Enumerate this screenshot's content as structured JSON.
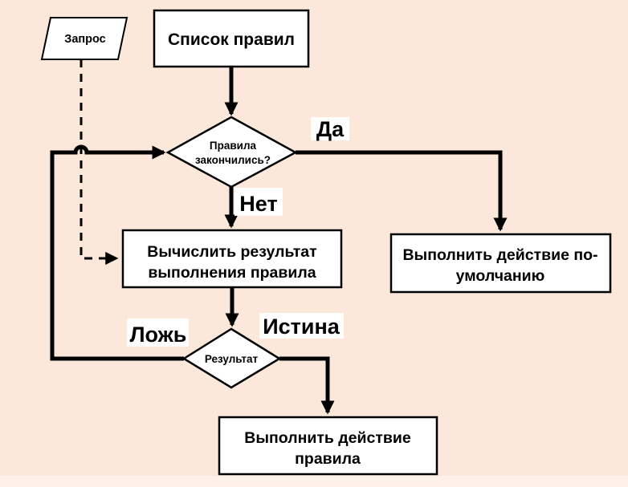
{
  "colors": {
    "bg": "#fbe8da",
    "bg_bottom": "#fdf1e9",
    "shape_fill": "#ffffff",
    "label_bg": "#ffffff",
    "line": "#000000",
    "text": "#000000"
  },
  "nodes": {
    "request": {
      "shape": "parallelogram",
      "label": "Запрос"
    },
    "rule_list": {
      "shape": "rectangle",
      "label": "Список правил"
    },
    "rules_finished": {
      "shape": "diamond",
      "lines": [
        "Правила",
        "закончились?"
      ]
    },
    "compute_result": {
      "shape": "rectangle",
      "lines": [
        "Вычислить результат",
        "выполнения правила"
      ]
    },
    "default_action": {
      "shape": "rectangle",
      "lines": [
        "Выполнить действие по-",
        "умолчанию"
      ]
    },
    "result": {
      "shape": "diamond",
      "label": "Результат"
    },
    "rule_action": {
      "shape": "rectangle",
      "lines": [
        "Выполнить действие",
        "правила"
      ]
    }
  },
  "edge_labels": {
    "yes": "Да",
    "no": "Нет",
    "false_branch": "Ложь",
    "true_branch": "Истина"
  },
  "edges": [
    {
      "from": "rule_list",
      "to": "rules_finished",
      "style": "solid"
    },
    {
      "from": "rules_finished",
      "to": "default_action",
      "label": "Да",
      "style": "solid"
    },
    {
      "from": "rules_finished",
      "to": "compute_result",
      "label": "Нет",
      "style": "solid"
    },
    {
      "from": "compute_result",
      "to": "result",
      "style": "solid"
    },
    {
      "from": "result",
      "to": "rule_action",
      "label": "Истина",
      "style": "solid"
    },
    {
      "from": "result",
      "to": "rules_finished",
      "label": "Ложь",
      "style": "solid"
    },
    {
      "from": "request",
      "to": "compute_result",
      "style": "dashed"
    }
  ]
}
